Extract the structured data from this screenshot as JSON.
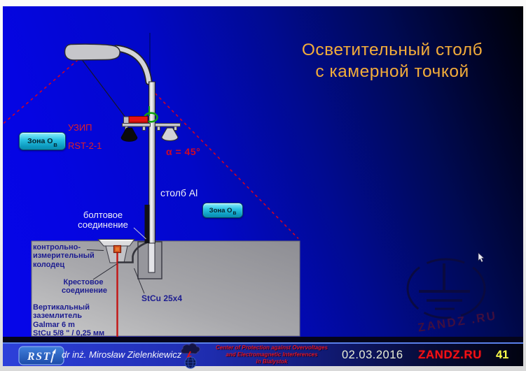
{
  "title": {
    "line1": "Осветительный столб",
    "line2": "с камерной точкой"
  },
  "diagram": {
    "uzip_label": "УЗИП",
    "uzip_model": "RST-2-1",
    "zone_badge": {
      "text": "Зона О",
      "sub": "В"
    },
    "alpha_label": "α = 45°",
    "pole_label": "столб Al",
    "bolt_label": {
      "line1": "болтовое",
      "line2": "соединение"
    },
    "well_label": {
      "line1": "контрольно-",
      "line2": "измерительный",
      "line3": "колодец"
    },
    "cross_label": {
      "line1": "Крестовое",
      "line2": "соединение"
    },
    "strip_label": "StCu 25x4",
    "rod_label": {
      "line1": "Вертикальный",
      "line2": "заземлитель",
      "line3": "Galmar 6 m",
      "line4": "StCu 5/8 \" / 0,25 мм"
    }
  },
  "watermark": {
    "text": "ZANDZ .RU"
  },
  "footer": {
    "logo_text": "RST",
    "author": "dr inż. Mirosław Zielenkiewicz",
    "center": {
      "line1": "Center of Protection against Overvoltages",
      "line2": "and Electromagnetic Interferences",
      "line3": "in Bialystok"
    },
    "date": "02.03.2016",
    "site": "ZANDZ.RU",
    "page": "41"
  },
  "icons": {
    "footer_logo": "rst-lightning-logo",
    "footer_center": "cloud-lightning-globe-icon",
    "watermark": "grounding-symbol-icon",
    "cursor": "mouse-cursor-icon",
    "zone_badge": "zone-0b-badge"
  },
  "colors": {
    "background_left": "#0606ea",
    "background_right": "#000108",
    "title_orange": "#f3ad3a",
    "dashed_red": "#d20024",
    "label_navy": "#1d1d90",
    "badge_cyan": "#2cc4e4",
    "footer_band_blue": "#2635c2",
    "site_red": "#f51016",
    "page_yellow": "#ffff4a",
    "ground_gray": "#a8a8ac"
  }
}
